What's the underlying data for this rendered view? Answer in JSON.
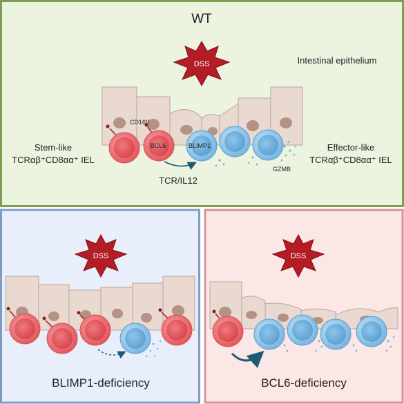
{
  "wt_panel": {
    "title": "WT",
    "burst_label": "DSS",
    "tissue_label": "Intestinal epithelium",
    "stem_like_label": [
      "Stem-like",
      "TCRαβ⁺CD8αα⁺ IEL"
    ],
    "effector_like_label": [
      "Effector-like",
      "TCRαβ⁺CD8αα⁺ IEL"
    ],
    "marker_cd160": "CD160",
    "marker_bcl6": "BCL6",
    "marker_blimp1": "BLIMP1",
    "marker_gzmb": "GZMB",
    "signal_label": "TCR/IL12"
  },
  "blimp1_panel": {
    "burst_label": "DSS",
    "title": "BLIMP1-deficiency"
  },
  "bcl6_panel": {
    "burst_label": "DSS",
    "title": "BCL6-deficiency"
  },
  "colors": {
    "wt_bg": "#ecf3df",
    "wt_border": "#7f9e55",
    "blimp1_bg": "#e9effa",
    "blimp1_border": "#7f9bc4",
    "bcl6_bg": "#fbe7e5",
    "bcl6_border": "#d59594",
    "burst": "#b41c26",
    "epithelium": "#e9d9d1",
    "nucleus": "#b39384",
    "stem_cell": "#ec6a6e",
    "effector_cell": "#88c1e8",
    "arrow": "#1c5a75"
  }
}
